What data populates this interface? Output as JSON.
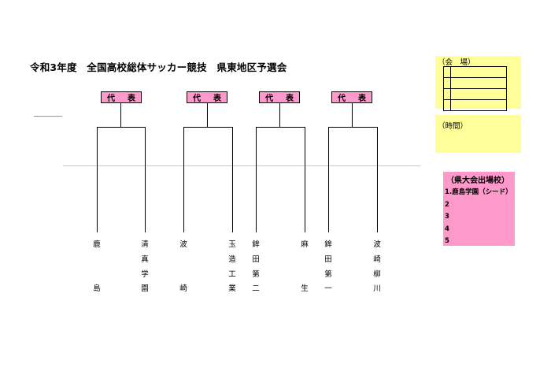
{
  "title": "令和3年度　全国高校総体サッカー競技　県東地区予選会",
  "rep": {
    "left": "代",
    "right": "表"
  },
  "venue": {
    "label": "（会　場）",
    "rows": 4
  },
  "time": {
    "label": "（時間）"
  },
  "seed": {
    "header": "（県大会出場校）",
    "items": [
      "1.鹿島学園（シード）",
      "2",
      "3",
      "4",
      "5"
    ]
  },
  "brackets": [
    {
      "left_team": "鹿\n\n\n島",
      "right_team": "清\n真\n学\n園"
    },
    {
      "left_team": "波\n\n\n崎",
      "right_team": "玉\n造\n工\n業"
    },
    {
      "left_team": "鉾\n田\n第\n二",
      "right_team": "麻\n\n\n生"
    },
    {
      "left_team": "鉾\n田\n第\n一",
      "right_team": "波\n崎\n柳\n川"
    }
  ],
  "colors": {
    "pink": "#ff99cc",
    "yellow": "#ffff99"
  }
}
